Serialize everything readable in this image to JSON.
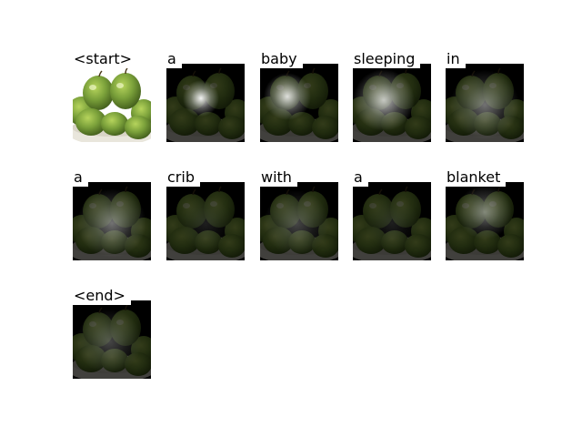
{
  "caption_tokens": [
    {
      "word": "<start>",
      "focus": "none"
    },
    {
      "word": "a",
      "focus": "center-left"
    },
    {
      "word": "baby",
      "focus": "left"
    },
    {
      "word": "sleeping",
      "focus": "left-wide"
    },
    {
      "word": "in",
      "focus": "center-wide"
    },
    {
      "word": "a",
      "focus": "center-wide"
    },
    {
      "word": "crib",
      "focus": "none-dim"
    },
    {
      "word": "with",
      "focus": "center-dim"
    },
    {
      "word": "a",
      "focus": "none-dim"
    },
    {
      "word": "blanket",
      "focus": "upper-center"
    },
    {
      "word": "<end>",
      "focus": "center-dim"
    }
  ],
  "colors": {
    "apple_green": "#7aa03a",
    "apple_dark": "#3f5a1a",
    "bowl_white": "#e9e6dc",
    "background_dark": "#14120e"
  }
}
